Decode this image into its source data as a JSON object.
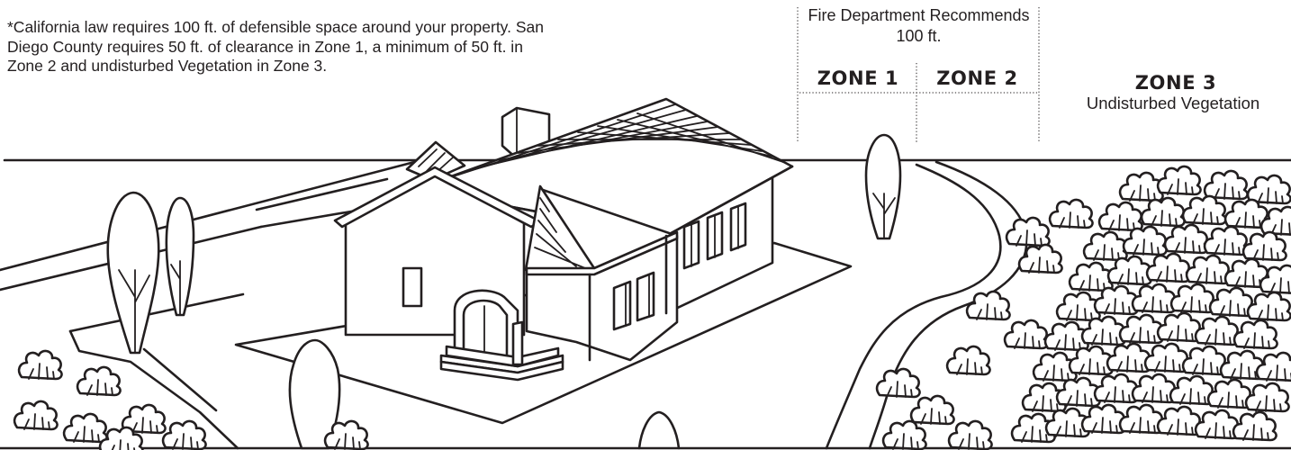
{
  "note": "*California law requires 100 ft. of defensible space around your property. San Diego County requires 50 ft. of clearance in Zone 1, a minimum of 50 ft. in Zone 2 and undisturbed Vegetation in Zone 3.",
  "recommendation": "Fire Department Recommends 100 ft.",
  "zones": [
    {
      "label": "ZONE 1",
      "sublabel": ""
    },
    {
      "label": "ZONE 2",
      "sublabel": ""
    },
    {
      "label": "ZONE 3",
      "sublabel": "Undisturbed Vegetation"
    }
  ],
  "colors": {
    "ink": "#231f20",
    "background": "#ffffff"
  }
}
